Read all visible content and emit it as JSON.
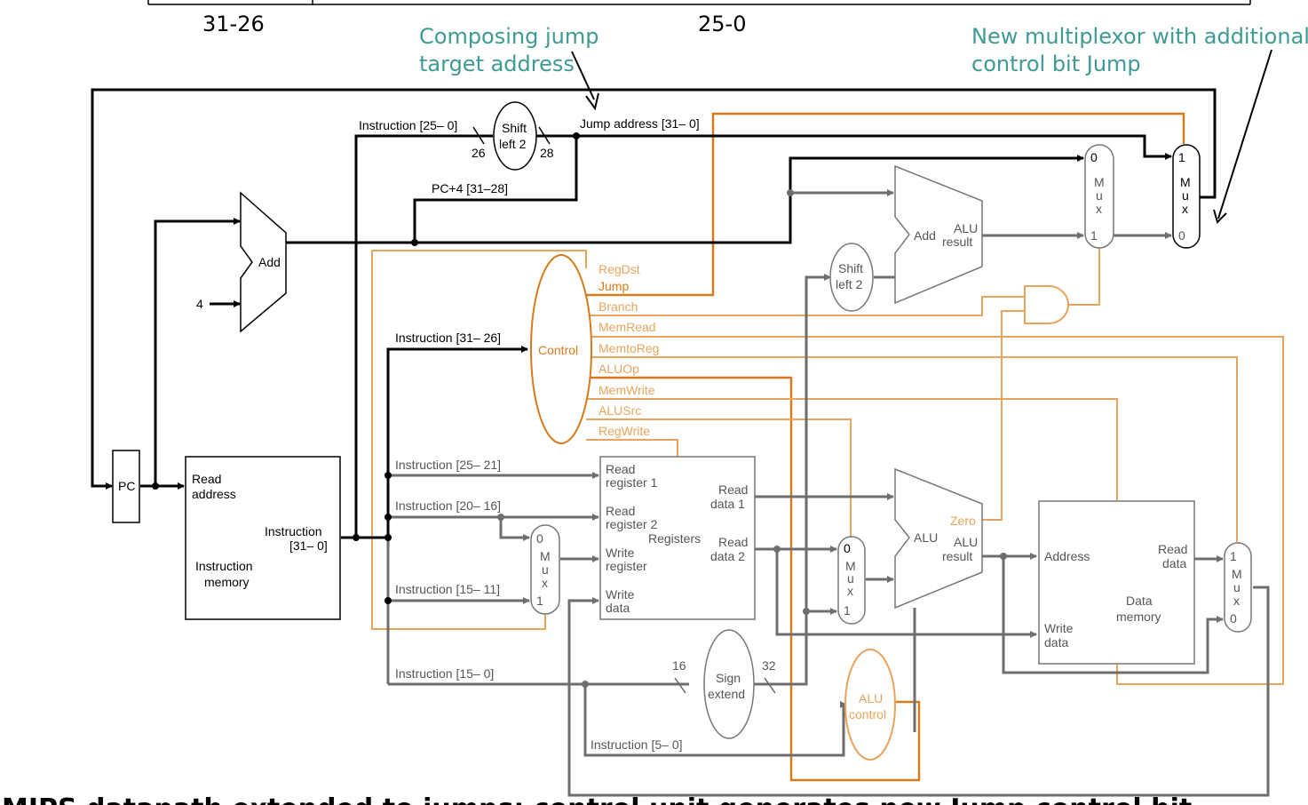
{
  "header": {
    "field_left": "31-26",
    "field_right": "25-0"
  },
  "annotations": {
    "composing_line1": "Composing jump",
    "composing_line2": "target address",
    "newmux_line1": "New multiplexor with additional",
    "newmux_line2": "control bit Jump"
  },
  "labels": {
    "instr_25_0": "Instruction [25– 0]",
    "shift_top_1": "Shift",
    "shift_top_2": "left 2",
    "n26": "26",
    "n28": "28",
    "jump_addr": "Jump address [31– 0]",
    "pc4": "PC+4 [31–28]",
    "add_top": "Add",
    "four": "4",
    "pc": "PC",
    "read_addr_1": "Read",
    "read_addr_2": "address",
    "instruction": "Instruction",
    "instr_31_0": "[31– 0]",
    "imem_1": "Instruction",
    "imem_2": "memory",
    "instr_31_26": "Instruction [31– 26]",
    "control": "Control",
    "regdst": "RegDst",
    "jump": "Jump",
    "branch": "Branch",
    "memread": "MemRead",
    "memtoreg": "MemtoReg",
    "aluop": "ALUOp",
    "memwrite": "MemWrite",
    "alusrc": "ALUSrc",
    "regwrite": "RegWrite",
    "instr_25_21": "Instruction [25– 21]",
    "instr_20_16": "Instruction [20– 16]",
    "instr_15_11": "Instruction [15– 11]",
    "instr_15_0": "Instruction [15– 0]",
    "instr_5_0": "Instruction [5– 0]",
    "read_reg1_1": "Read",
    "read_reg1_2": "register 1",
    "read_reg2_1": "Read",
    "read_reg2_2": "register 2",
    "write_reg_1": "Write",
    "write_reg_2": "register",
    "write_data_1": "Write",
    "write_data_2": "data",
    "read_data1_1": "Read",
    "read_data1_2": "data 1",
    "read_data2_1": "Read",
    "read_data2_2": "data 2",
    "registers": "Registers",
    "shift2_1": "Shift",
    "shift2_2": "left 2",
    "add2": "Add",
    "alu_result_1": "ALU",
    "alu_result_2": "result",
    "alu": "ALU",
    "zero": "Zero",
    "main_alu_res_1": "ALU",
    "main_alu_res_2": "result",
    "sign_1": "Sign",
    "sign_2": "extend",
    "n16": "16",
    "n32": "32",
    "aluctl_1": "ALU",
    "aluctl_2": "control",
    "address": "Address",
    "dm_read_1": "Read",
    "dm_read_2": "data",
    "dm_1": "Data",
    "dm_2": "memory",
    "dm_write_1": "Write",
    "dm_write_2": "data",
    "m_zero": "0",
    "m_one": "1",
    "mux_m": "M",
    "mux_u": "u",
    "mux_x": "x"
  },
  "footer": {
    "caption": "MIPS datapath extended to jumps: control unit generates new Jump control bit"
  },
  "colors": {
    "teal": "#3e9a93",
    "control_orange": "#d57a1d",
    "light_orange": "#e8a45c",
    "gray": "#6e6e6e"
  }
}
